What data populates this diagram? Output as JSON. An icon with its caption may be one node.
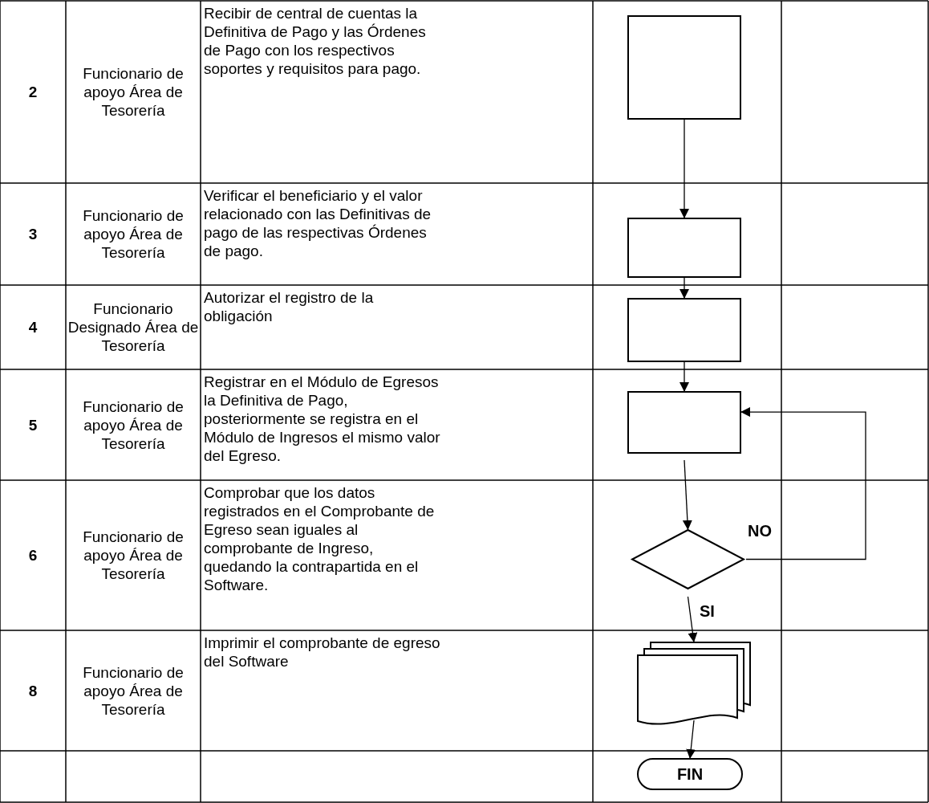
{
  "diagram": {
    "nodes": [
      {
        "text": [],
        "shape": "box"
      },
      {
        "text": [],
        "shape": "box"
      },
      {
        "text": [],
        "shape": "box"
      },
      {
        "text": [],
        "shape": "box"
      },
      {
        "text": [],
        "shape": "diamond"
      },
      {
        "text": [],
        "shape": "document"
      },
      {
        "text": [
          "FIN"
        ]
      }
    ],
    "edges": [
      {
        "from": 0,
        "to": 1,
        "arrow": "to"
      },
      {
        "from": 1,
        "to": 2,
        "arrow": "to"
      },
      {
        "from": 2,
        "to": 3,
        "arrow": "to"
      },
      {
        "from": 3,
        "to": 4,
        "arrow": "to"
      },
      {
        "from": 4,
        "to": 3,
        "arrow": "to",
        "label": "NO"
      },
      {
        "from": 4,
        "to": 5,
        "arrow": "to",
        "label": "SI"
      },
      {
        "from": 5,
        "to": 6,
        "arrow": "to"
      }
    ],
    "labels": [
      "2",
      "Funcionario de apoyo Área de Tesorería",
      "Recibir de central de cuentas la Definitiva de Pago y las Órdenes de Pago con los respectivos soportes y requisitos para pago.",
      "3",
      "Funcionario de apoyo Área de Tesorería",
      "Verificar el beneficiario y el valor relacionado con las Definitivas de pago de las respectivas Órdenes de pago.",
      "4",
      "Funcionario Designado Área de Tesorería",
      "Autorizar el registro de la obligación",
      "5",
      "Funcionario de apoyo Área de Tesorería",
      "Registrar en el Módulo de Egresos la Definitiva de Pago, posteriormente se registra en el Módulo de Ingresos el mismo valor del Egreso.",
      "6",
      "Funcionario de apoyo Área de Tesorería",
      "Comprobar que los datos registrados en el Comprobante de Egreso sean iguales al comprobante de Ingreso, quedando la contrapartida en el Software.",
      "8",
      "Funcionario de apoyo Área de Tesorería",
      "Imprimir el comprobante de egreso del Software"
    ]
  }
}
